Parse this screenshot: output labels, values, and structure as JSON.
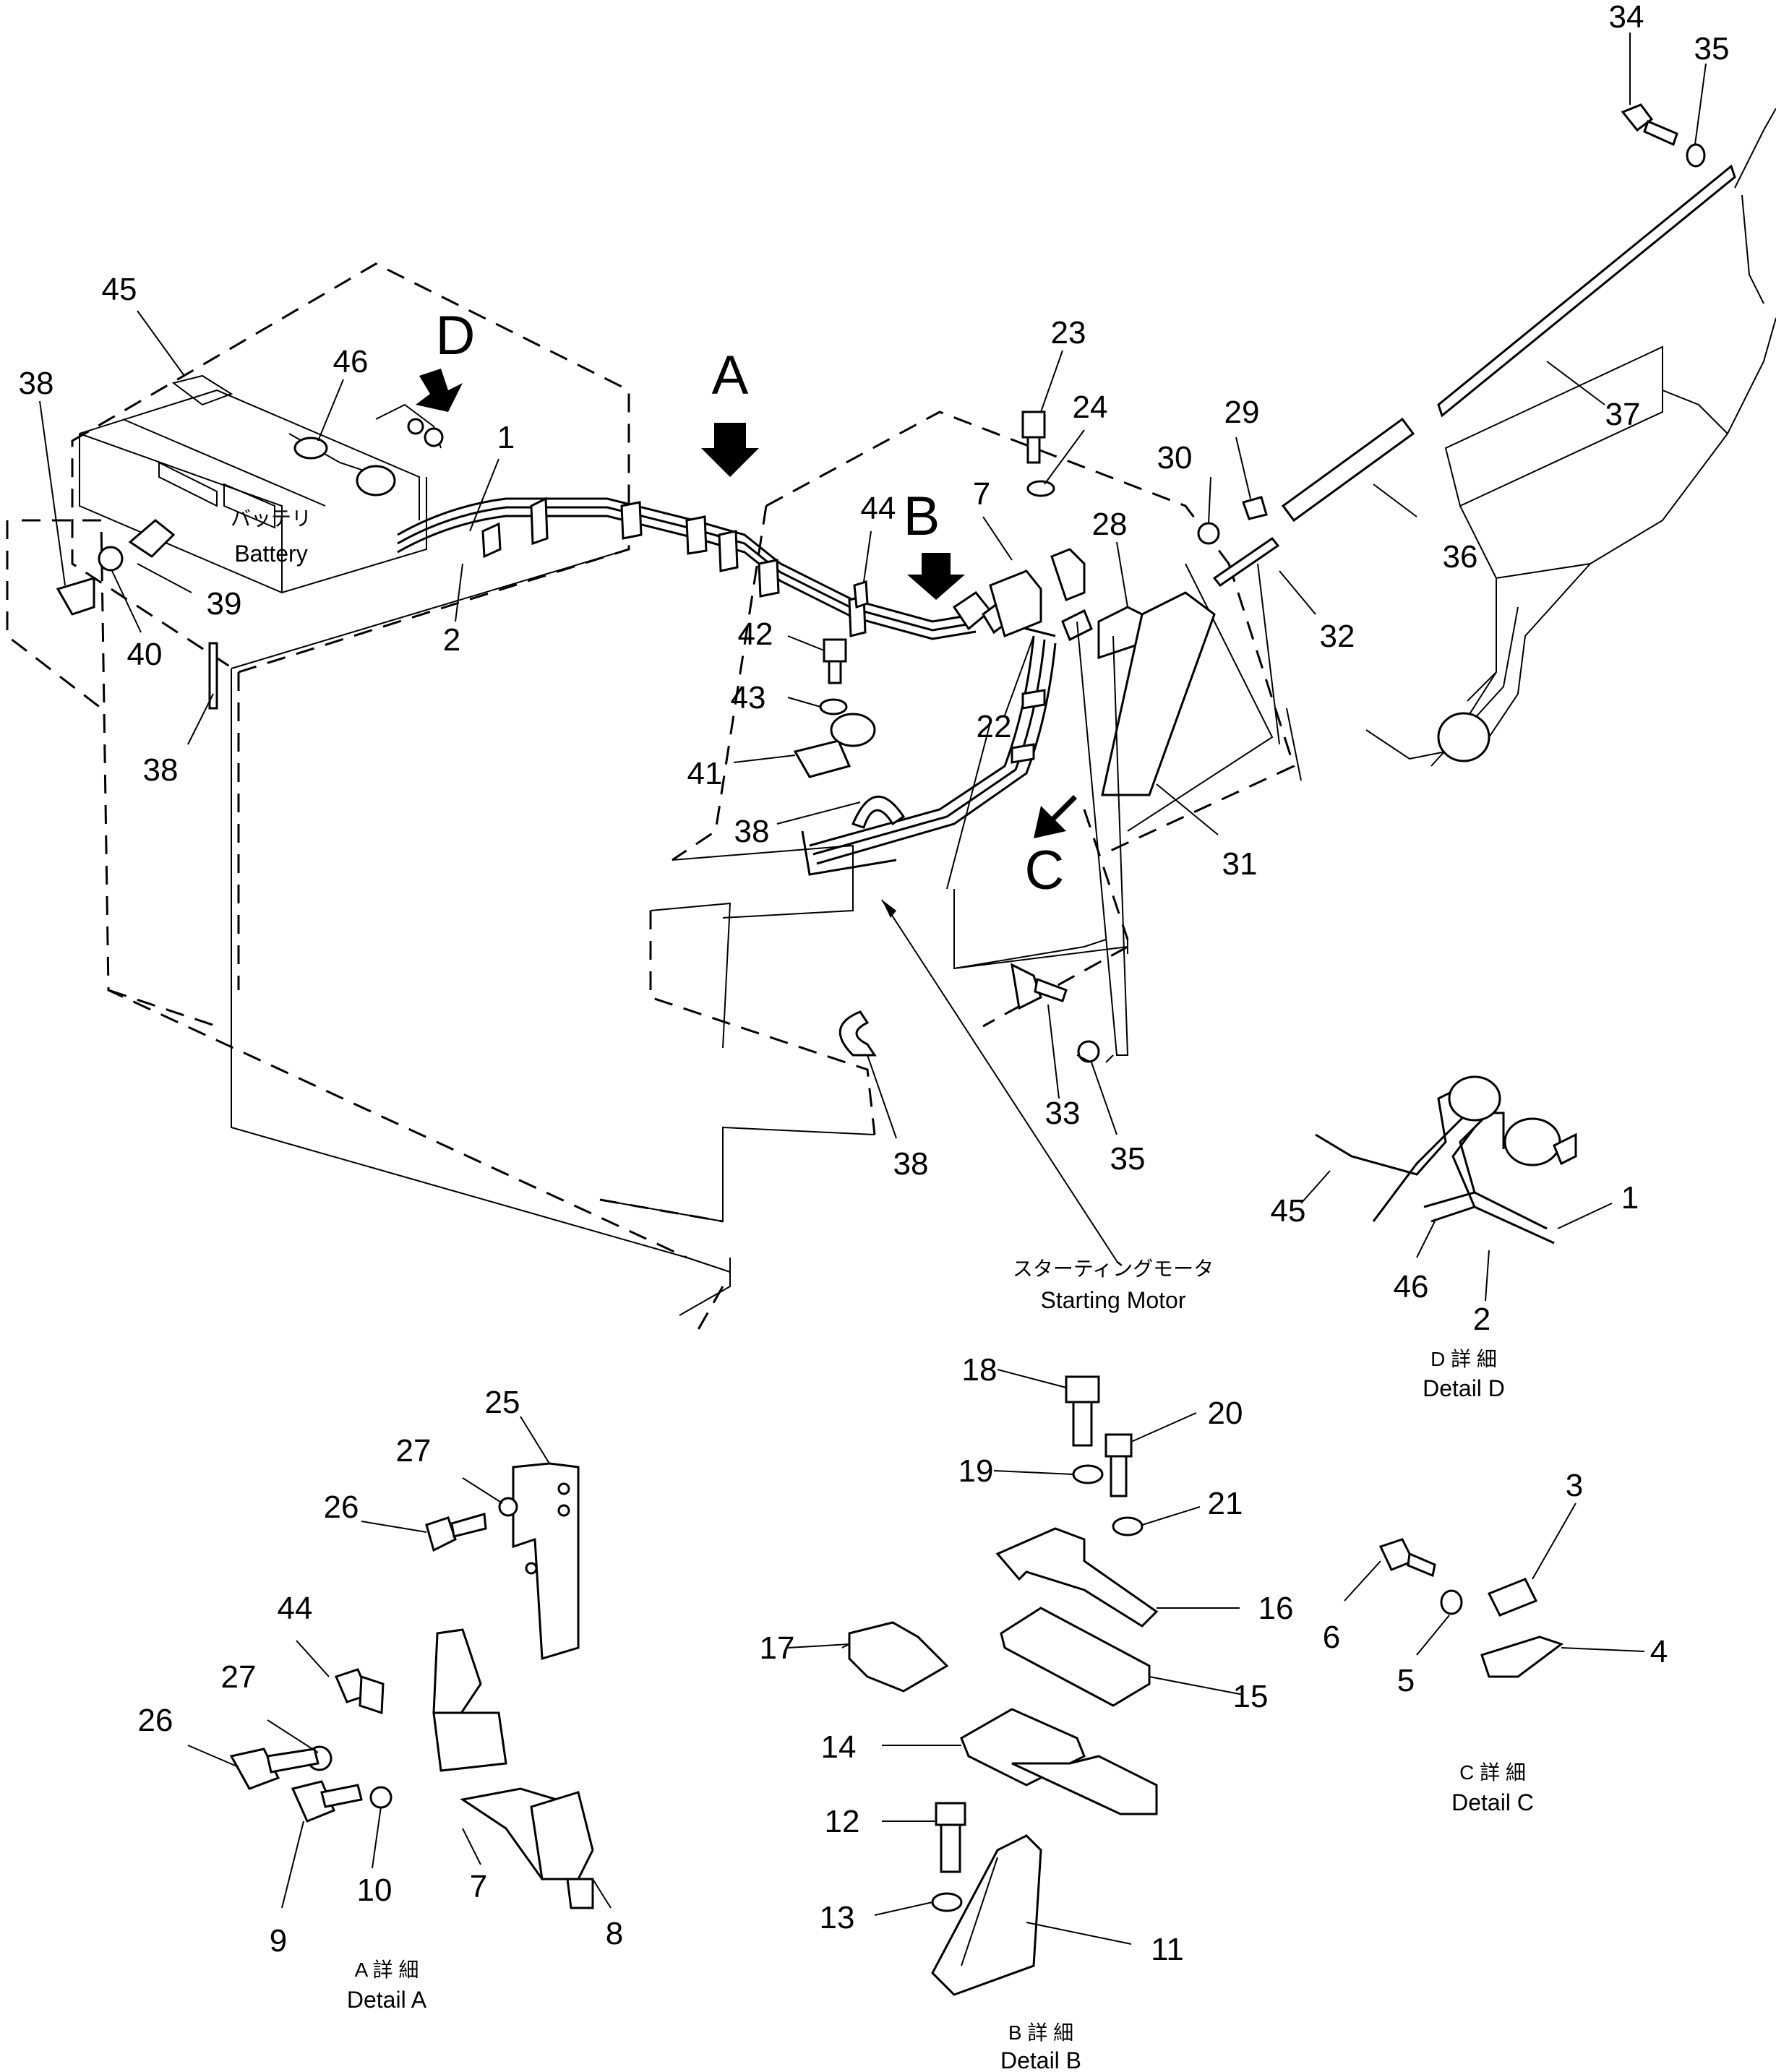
{
  "callouts": [
    {
      "id": "c34",
      "text": "34"
    },
    {
      "id": "c35a",
      "text": "35"
    },
    {
      "id": "c37",
      "text": "37"
    },
    {
      "id": "c45a",
      "text": "45"
    },
    {
      "id": "c46a",
      "text": "46"
    },
    {
      "id": "c38a",
      "text": "38"
    },
    {
      "id": "c1a",
      "text": "1"
    },
    {
      "id": "c23",
      "text": "23"
    },
    {
      "id": "c24",
      "text": "24"
    },
    {
      "id": "c29",
      "text": "29"
    },
    {
      "id": "c30",
      "text": "30"
    },
    {
      "id": "c36",
      "text": "36"
    },
    {
      "id": "c7a",
      "text": "7"
    },
    {
      "id": "c28",
      "text": "28"
    },
    {
      "id": "c44a",
      "text": "44"
    },
    {
      "id": "c39",
      "text": "39"
    },
    {
      "id": "c40",
      "text": "40"
    },
    {
      "id": "c2a",
      "text": "2"
    },
    {
      "id": "c32",
      "text": "32"
    },
    {
      "id": "c42",
      "text": "42"
    },
    {
      "id": "c43",
      "text": "43"
    },
    {
      "id": "c22",
      "text": "22"
    },
    {
      "id": "c38b",
      "text": "38"
    },
    {
      "id": "c41",
      "text": "41"
    },
    {
      "id": "c38c",
      "text": "38"
    },
    {
      "id": "c31",
      "text": "31"
    },
    {
      "id": "c33",
      "text": "33"
    },
    {
      "id": "c35b",
      "text": "35"
    },
    {
      "id": "c38d",
      "text": "38"
    },
    {
      "id": "c45b",
      "text": "45"
    },
    {
      "id": "c1b",
      "text": "1"
    },
    {
      "id": "c46b",
      "text": "46"
    },
    {
      "id": "c2b",
      "text": "2"
    },
    {
      "id": "c18",
      "text": "18"
    },
    {
      "id": "c20",
      "text": "20"
    },
    {
      "id": "c25",
      "text": "25"
    },
    {
      "id": "c19",
      "text": "19"
    },
    {
      "id": "c21",
      "text": "21"
    },
    {
      "id": "c27a",
      "text": "27"
    },
    {
      "id": "c26a",
      "text": "26"
    },
    {
      "id": "c3",
      "text": "3"
    },
    {
      "id": "c16",
      "text": "16"
    },
    {
      "id": "c6",
      "text": "6"
    },
    {
      "id": "c17",
      "text": "17"
    },
    {
      "id": "c44b",
      "text": "44"
    },
    {
      "id": "c5",
      "text": "5"
    },
    {
      "id": "c4",
      "text": "4"
    },
    {
      "id": "c15",
      "text": "15"
    },
    {
      "id": "c27b",
      "text": "27"
    },
    {
      "id": "c14",
      "text": "14"
    },
    {
      "id": "c26b",
      "text": "26"
    },
    {
      "id": "c12",
      "text": "12"
    },
    {
      "id": "c10",
      "text": "10"
    },
    {
      "id": "c7b",
      "text": "7"
    },
    {
      "id": "c13",
      "text": "13"
    },
    {
      "id": "c8",
      "text": "8"
    },
    {
      "id": "c11",
      "text": "11"
    },
    {
      "id": "c9",
      "text": "9"
    }
  ],
  "view_letters": {
    "a": "A",
    "b": "B",
    "c": "C",
    "d": "D"
  },
  "labels": {
    "battery_jp": "バッテリ",
    "battery_en": "Battery",
    "starting_motor_jp": "スターティングモータ",
    "starting_motor_en": "Starting Motor"
  },
  "details": {
    "d": {
      "jp": "D 詳 細",
      "en": "Detail D"
    },
    "c": {
      "jp": "C 詳 細",
      "en": "Detail C"
    },
    "a": {
      "jp": "A 詳 細",
      "en": "Detail A"
    },
    "b": {
      "jp": "B 詳 細",
      "en": "Detail B"
    }
  },
  "colors": {
    "ink": "#000000",
    "paper": "#ffffff"
  }
}
